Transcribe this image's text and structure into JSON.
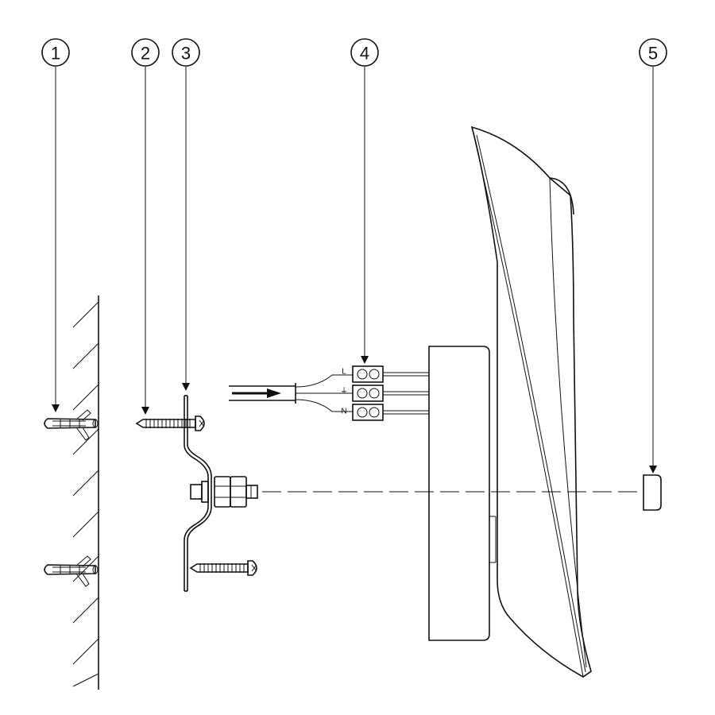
{
  "callouts": [
    {
      "number": "1"
    },
    {
      "number": "2"
    },
    {
      "number": "3"
    },
    {
      "number": "4"
    },
    {
      "number": "5"
    }
  ],
  "terminal_marks": [
    "L",
    "⏚",
    "N"
  ],
  "colors": {
    "ink": "#111111",
    "background": "#ffffff"
  }
}
